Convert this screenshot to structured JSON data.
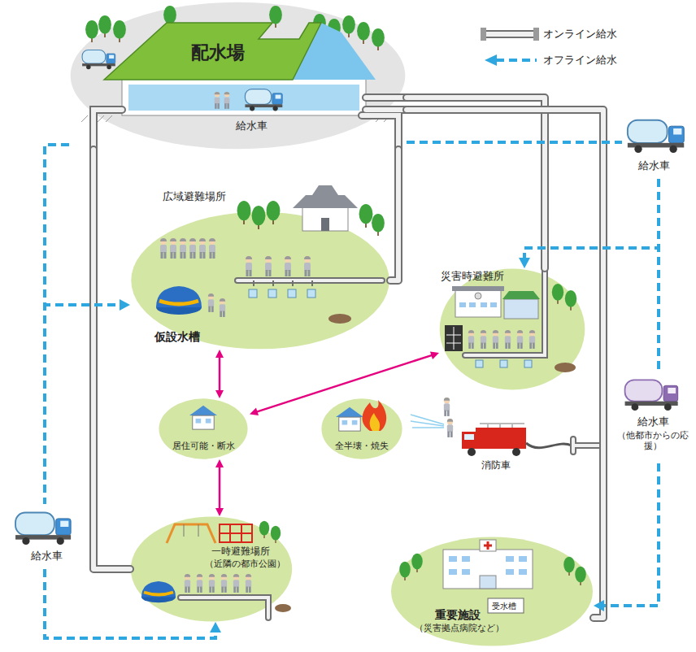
{
  "diagram": {
    "nodes": [
      {
        "text": [
          "配水場",
          "給水車"
        ]
      },
      {
        "text": [
          "給水車"
        ]
      },
      {
        "text": [
          "広域避難場所",
          "仮設水槽"
        ]
      },
      {
        "text": [
          "災害時避難所"
        ]
      },
      {
        "text": [
          "居住可能・断水"
        ]
      },
      {
        "text": [
          "全半壊・焼失"
        ]
      },
      {
        "text": [
          "消防車"
        ]
      },
      {
        "text": [
          "給水車",
          "（他都市からの応援）"
        ]
      },
      {
        "text": [
          "給水車"
        ]
      },
      {
        "text": [
          "一時避難場所",
          "（近隣の都市公園）"
        ]
      },
      {
        "text": [
          "重要施設",
          "（災害拠点病院など）",
          "受水槽"
        ]
      }
    ],
    "edges": [
      {
        "from": 0,
        "to": 2,
        "arrow": "none"
      },
      {
        "from": 0,
        "to": 9,
        "arrow": "none"
      },
      {
        "from": 0,
        "to": 3,
        "arrow": "none"
      },
      {
        "from": 0,
        "to": 10,
        "arrow": "none"
      },
      {
        "from": 0,
        "to": 1,
        "arrow": "none"
      },
      {
        "from": 1,
        "to": 3,
        "arrow": "to"
      },
      {
        "from": 1,
        "to": 7,
        "arrow": "none"
      },
      {
        "from": 7,
        "to": 10,
        "arrow": "to"
      },
      {
        "from": 0,
        "to": 8,
        "arrow": "none"
      },
      {
        "from": 0,
        "to": 2,
        "arrow": "to"
      },
      {
        "from": 8,
        "to": 9,
        "arrow": "to"
      },
      {
        "from": 4,
        "to": 2,
        "arrow": "both"
      },
      {
        "from": 4,
        "to": 9,
        "arrow": "both"
      },
      {
        "from": 4,
        "to": 3,
        "arrow": "both"
      }
    ],
    "legend": [
      {
        "text": "オンライン給水"
      },
      {
        "text": "オフライン給水"
      }
    ]
  }
}
